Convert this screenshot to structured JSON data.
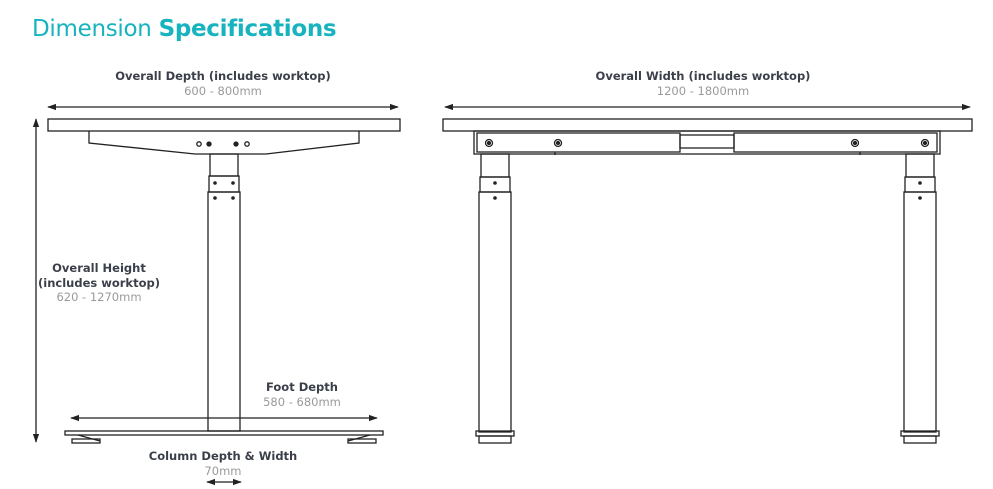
{
  "title": {
    "light": "Dimension",
    "bold": "Specifications"
  },
  "colors": {
    "accent": "#17b3bf",
    "label": "#3b3f4a",
    "value": "#9a9a9a",
    "line": "#222222"
  },
  "side_view": {
    "overall_depth": {
      "label": "Overall Depth (includes worktop)",
      "value": "600 - 800mm"
    },
    "overall_height": {
      "label_line1": "Overall Height",
      "label_line2": "(includes worktop)",
      "value": "620 - 1270mm"
    },
    "foot_depth": {
      "label": "Foot Depth",
      "value": "580 - 680mm"
    },
    "column": {
      "label": "Column Depth & Width",
      "value": "70mm"
    }
  },
  "front_view": {
    "overall_width": {
      "label": "Overall Width (includes worktop)",
      "value": "1200 - 1800mm"
    }
  }
}
